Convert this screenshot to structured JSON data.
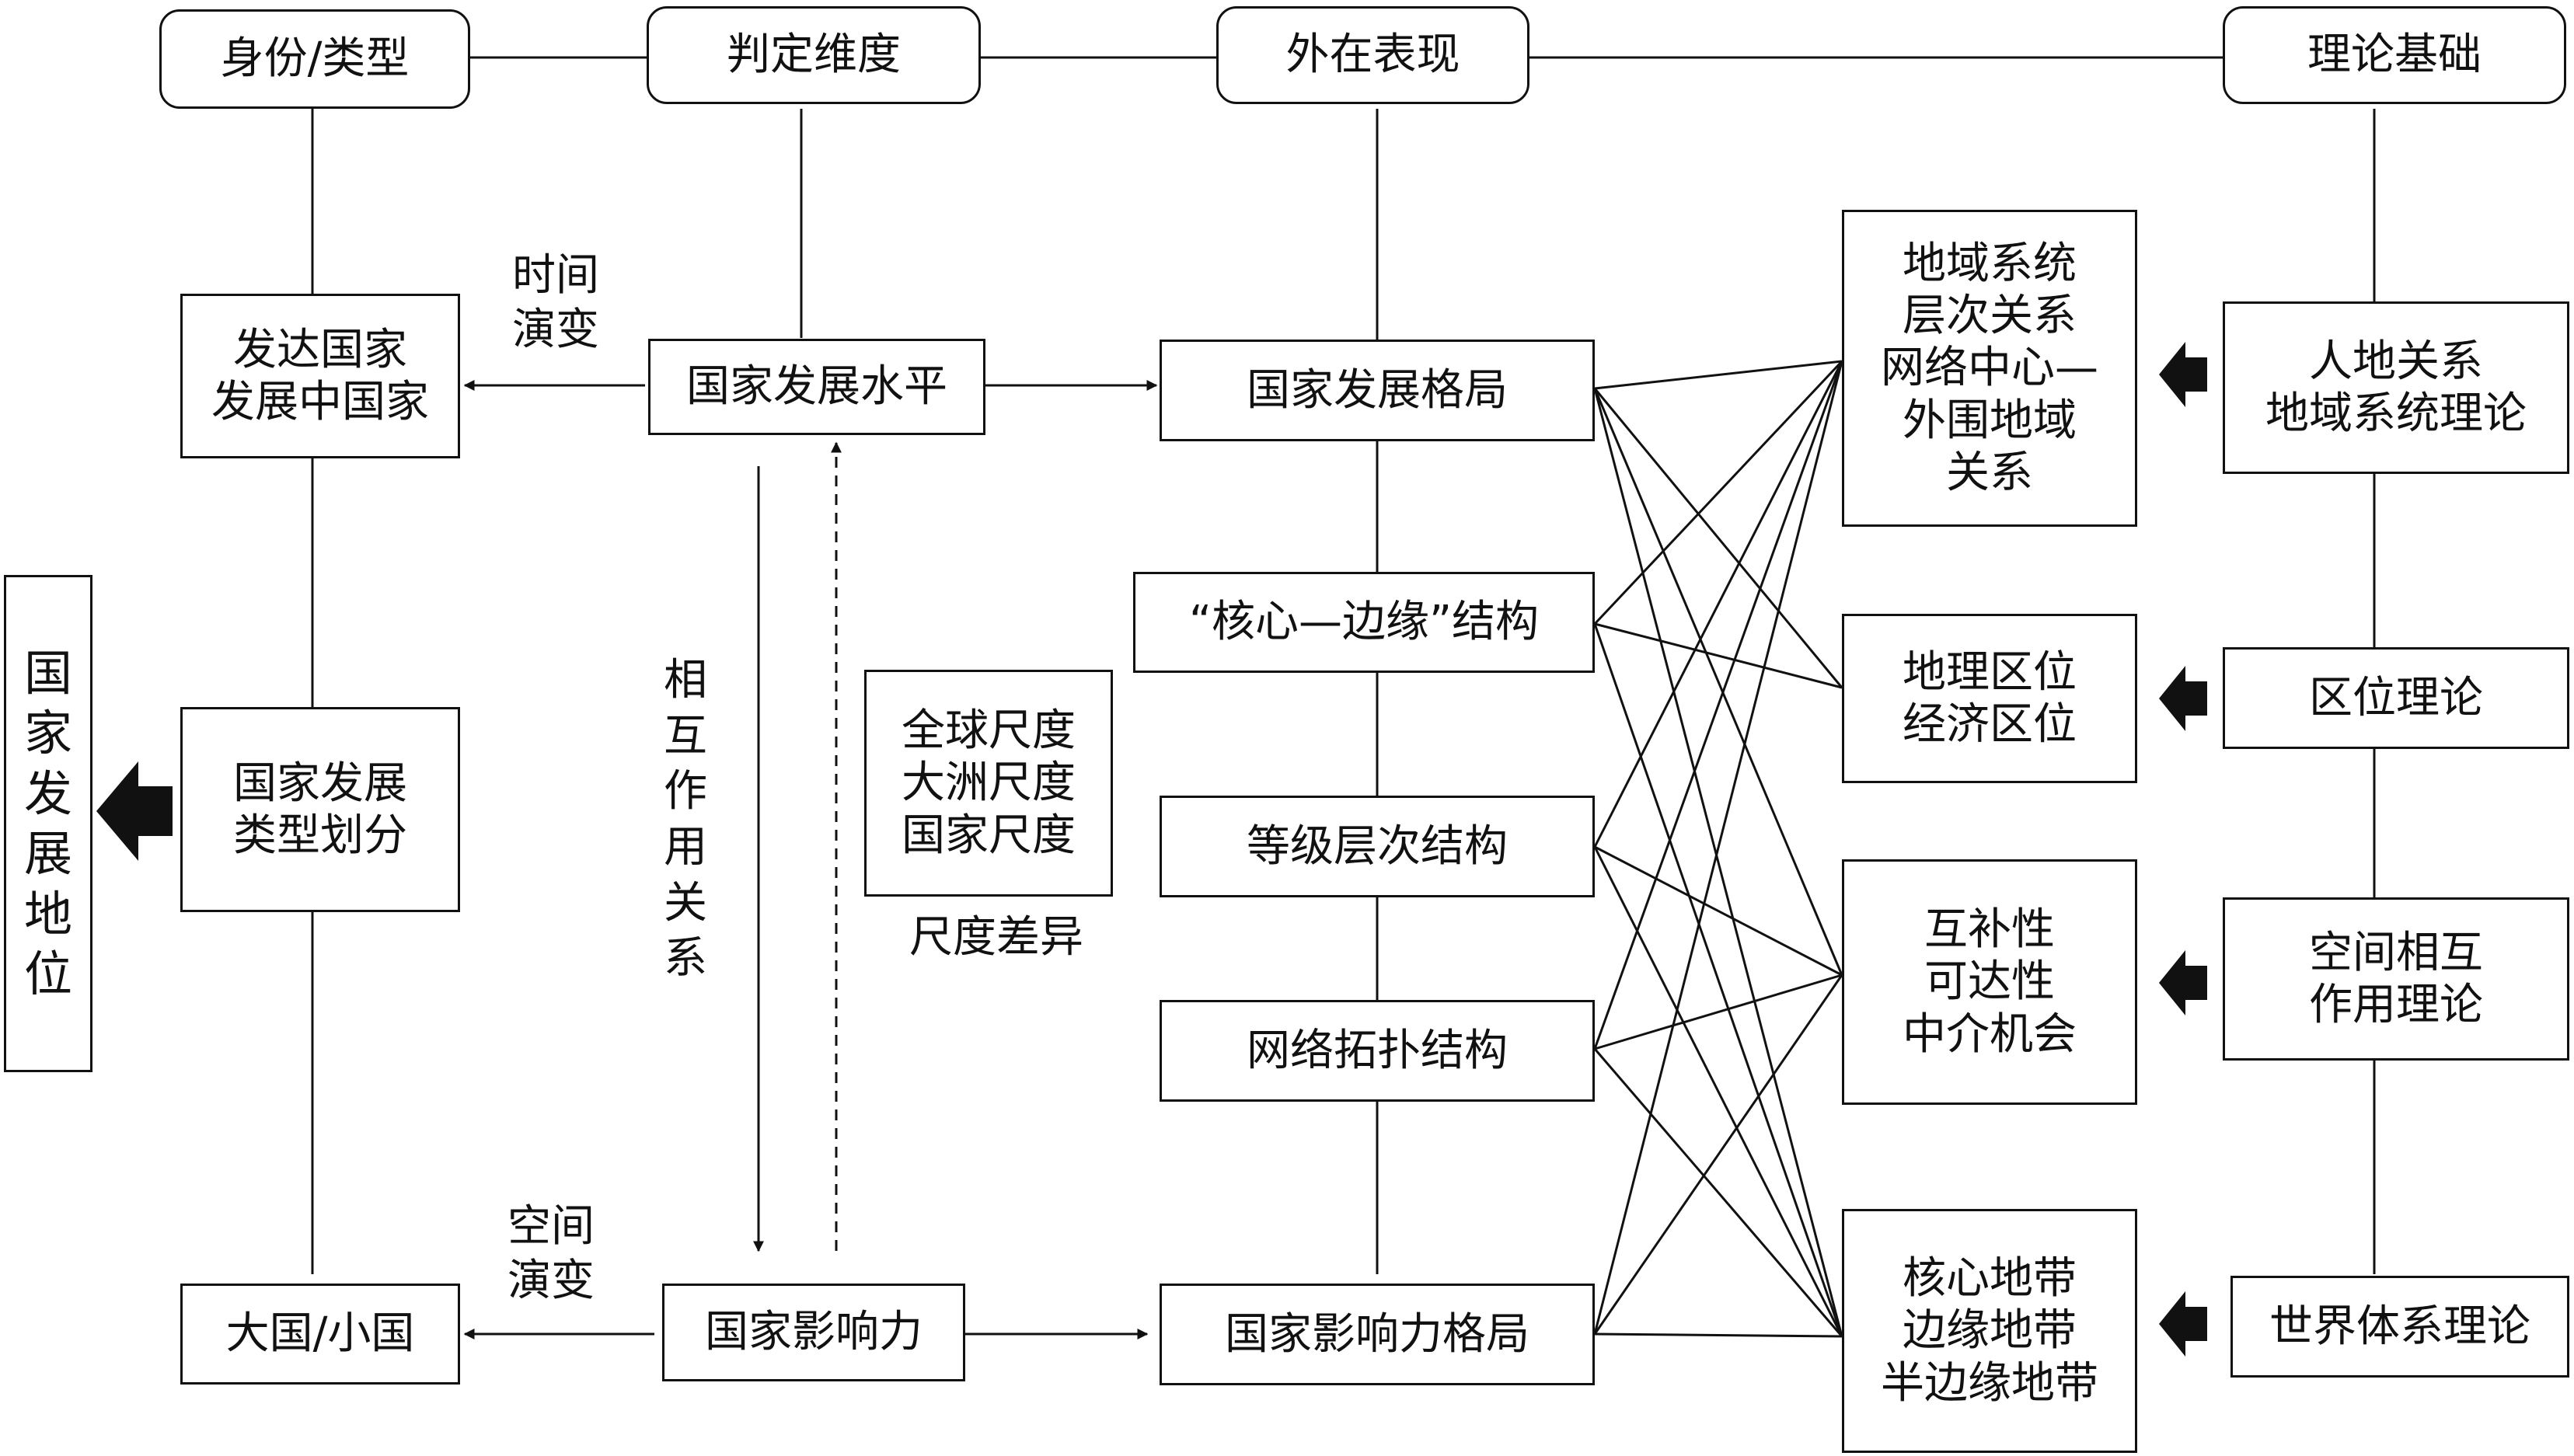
{
  "headers": {
    "identity": "身份/类型",
    "dimension": "判定维度",
    "appearance": "外在表现",
    "theory": "理论基础"
  },
  "left": {
    "type_pair_1": "发达国家\n发展中国家",
    "type_division": "国家发展\n类型划分",
    "type_pair_2": "大国/小国",
    "status": "国家发展地位"
  },
  "edge_labels": {
    "time_evolution": "时间\n演变",
    "space_evolution": "空间\n演变",
    "interaction": "相互作用关系"
  },
  "dimension": {
    "level": "国家发展水平",
    "influence": "国家影响力"
  },
  "scales": {
    "list": "全球尺度\n大洲尺度\n国家尺度",
    "caption": "尺度差异"
  },
  "patterns": {
    "development_pattern": "国家发展格局",
    "core_periphery": "“核心—边缘”结构",
    "hierarchy": "等级层次结构",
    "network_topology": "网络拓扑结构",
    "influence_pattern": "国家影响力格局"
  },
  "concepts": {
    "regional_system": "地域系统\n层次关系\n网络中心—\n外围地域\n关系",
    "location": "地理区位\n经济区位",
    "interaction_traits": "互补性\n可达性\n中介机会",
    "world_zones": "核心地带\n边缘地带\n半边缘地带"
  },
  "theories": {
    "man_land": "人地关系\n地域系统理论",
    "location_theory": "区位理论",
    "spatial_interaction": "空间相互\n作用理论",
    "world_system": "世界体系理论"
  }
}
